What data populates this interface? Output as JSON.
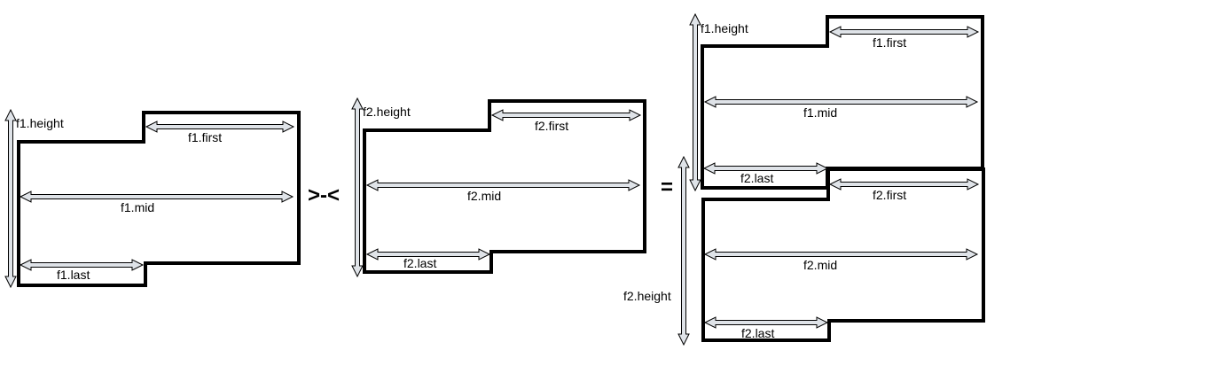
{
  "colors": {
    "outline": "#000000",
    "arrow_fill": "#dfe3e8",
    "background": "#ffffff"
  },
  "left_shape": {
    "height": "f1.height",
    "first": "f1.first",
    "mid": "f1.mid",
    "last": "f1.last"
  },
  "operator_combine": ">-<",
  "middle_shape": {
    "height": "f2.height",
    "first": "f2.first",
    "mid": "f2.mid",
    "last": "f2.last"
  },
  "operator_equals": "=",
  "result": {
    "top": {
      "height": "f1.height",
      "first": "f1.first",
      "mid": "f1.mid",
      "last": "f2.last"
    },
    "bottom": {
      "height": "f2.height",
      "first": "f2.first",
      "mid": "f2.mid",
      "last": "f2.last"
    }
  }
}
